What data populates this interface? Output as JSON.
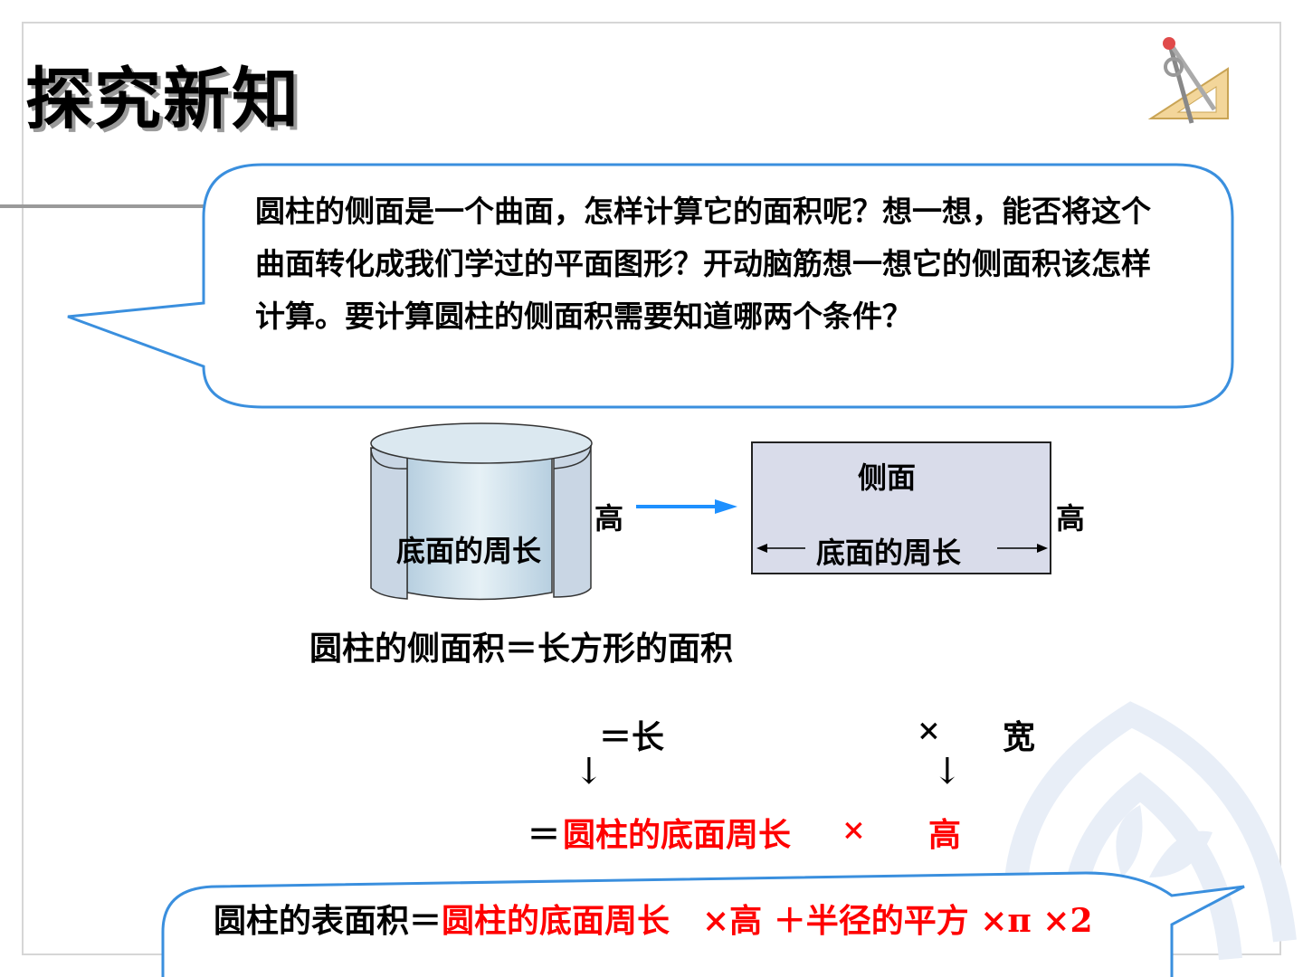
{
  "page": {
    "title": "探究新知"
  },
  "bubble1": {
    "text": "圆柱的侧面是一个曲面，怎样计算它的面积呢？想一想，能否将这个曲面转化成我们学过的平面图形？开动脑筋想一想它的侧面积该怎样计算。要计算圆柱的侧面积需要知道哪两个条件？"
  },
  "diagram": {
    "cylinder_base_label": "底面的周长",
    "cylinder_height_label": "高",
    "rect_title": "侧面",
    "rect_base_label": "底面的周长",
    "rect_height_label": "高"
  },
  "formula": {
    "line1": "圆柱的侧面积＝长方形的面积",
    "eq_len": "＝长",
    "times1": "×",
    "width": "宽",
    "arrow1": "↓",
    "arrow2": "↓",
    "eq2_prefix": "＝",
    "eq2_circ": "圆柱的底面周长",
    "times2": "×",
    "height": "高"
  },
  "bubble2": {
    "label": "圆柱的表面积＝",
    "expr": "圆柱的底面周长　×高 ＋半径的平方 ×π ×2"
  },
  "colors": {
    "bubble_stroke": "#3a8fde",
    "arrow_blue": "#1e90ff",
    "red": "#ff0000",
    "rect_fill": "#d9dcea"
  }
}
